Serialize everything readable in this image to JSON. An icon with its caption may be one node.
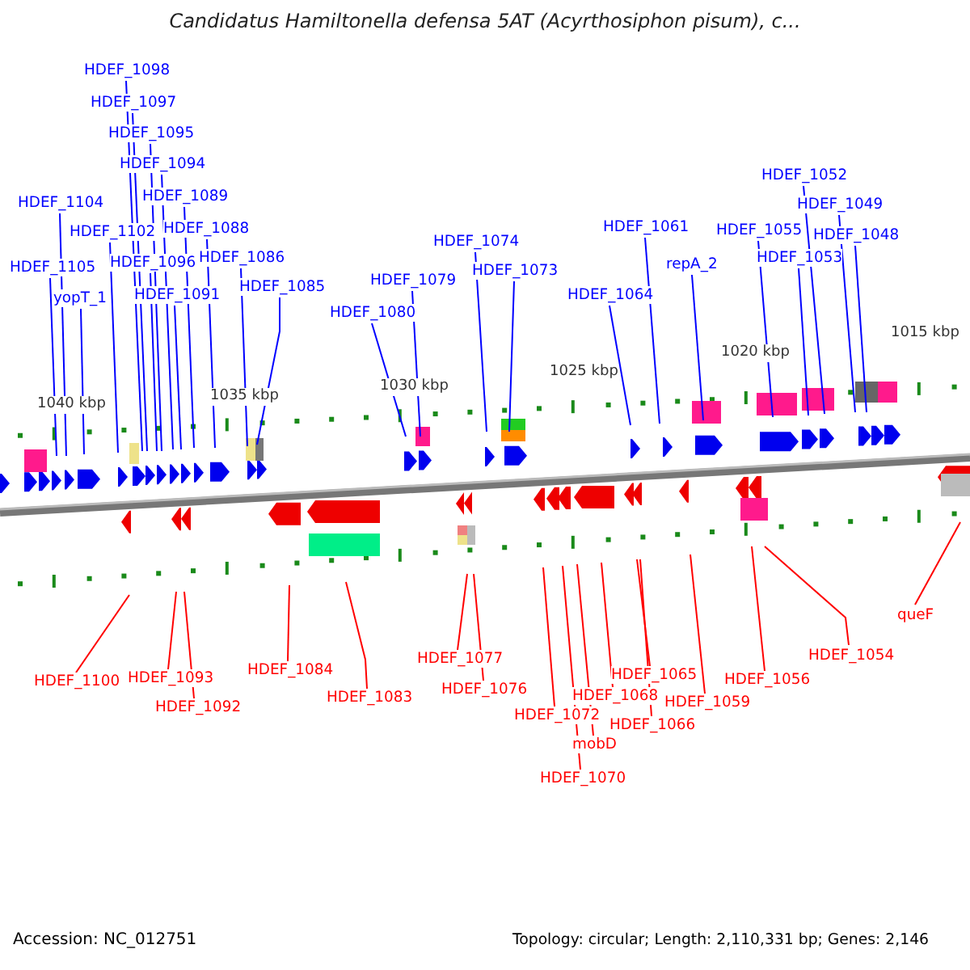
{
  "diagram": {
    "title": "Candidatus Hamiltonella defensa 5AT (Acyrthosiphon pisum), c...",
    "nodes": [
      {
        "text": [
          "HDEF_1098"
        ]
      },
      {
        "text": [
          "HDEF_1097"
        ]
      },
      {
        "text": [
          "HDEF_1095"
        ]
      },
      {
        "text": [
          "HDEF_1094"
        ]
      },
      {
        "text": [
          "HDEF_1052"
        ]
      },
      {
        "text": [
          "HDEF_1089"
        ]
      },
      {
        "text": [
          "HDEF_1104"
        ]
      },
      {
        "text": [
          "HDEF_1049"
        ]
      },
      {
        "text": [
          "HDEF_1061"
        ]
      },
      {
        "text": [
          "HDEF_1088"
        ]
      },
      {
        "text": [
          "HDEF_1102"
        ]
      },
      {
        "text": [
          "HDEF_1055"
        ]
      },
      {
        "text": [
          "HDEF_1048"
        ]
      },
      {
        "text": [
          "HDEF_1074"
        ]
      },
      {
        "text": [
          "HDEF_1086"
        ]
      },
      {
        "text": [
          "HDEF_1053"
        ]
      },
      {
        "text": [
          "HDEF_1096"
        ]
      },
      {
        "text": [
          "repA_2"
        ]
      },
      {
        "text": [
          "HDEF_1105"
        ]
      },
      {
        "text": [
          "HDEF_1073"
        ]
      },
      {
        "text": [
          "HDEF_1079"
        ]
      },
      {
        "text": [
          "HDEF_1085"
        ]
      },
      {
        "text": [
          "HDEF_1091"
        ]
      },
      {
        "text": [
          "HDEF_1064"
        ]
      },
      {
        "text": [
          "yopT_1"
        ]
      },
      {
        "text": [
          "HDEF_1080"
        ]
      },
      {
        "text": [
          "queF"
        ]
      },
      {
        "text": [
          "HDEF_1054"
        ]
      },
      {
        "text": [
          "HDEF_1077"
        ]
      },
      {
        "text": [
          "HDEF_1084"
        ]
      },
      {
        "text": [
          "HDEF_1065"
        ]
      },
      {
        "text": [
          "HDEF_1093"
        ]
      },
      {
        "text": [
          "HDEF_1056"
        ]
      },
      {
        "text": [
          "HDEF_1100"
        ]
      },
      {
        "text": [
          "HDEF_1076"
        ]
      },
      {
        "text": [
          "HDEF_1068"
        ]
      },
      {
        "text": [
          "HDEF_1083"
        ]
      },
      {
        "text": [
          "HDEF_1059"
        ]
      },
      {
        "text": [
          "HDEF_1092"
        ]
      },
      {
        "text": [
          "HDEF_1072"
        ]
      },
      {
        "text": [
          "HDEF_1066"
        ]
      },
      {
        "text": [
          "mobD"
        ]
      },
      {
        "text": [
          "HDEF_1070"
        ]
      }
    ],
    "edges": [
      {
        "from": 0,
        "to": null,
        "arrow": "none"
      },
      {
        "from": 1,
        "to": null,
        "arrow": "none"
      },
      {
        "from": 2,
        "to": null,
        "arrow": "none"
      },
      {
        "from": 3,
        "to": null,
        "arrow": "none"
      },
      {
        "from": 4,
        "to": null,
        "arrow": "none"
      },
      {
        "from": 5,
        "to": null,
        "arrow": "none"
      },
      {
        "from": 6,
        "to": null,
        "arrow": "none"
      },
      {
        "from": 7,
        "to": null,
        "arrow": "none"
      },
      {
        "from": 8,
        "to": null,
        "arrow": "none"
      },
      {
        "from": 9,
        "to": null,
        "arrow": "none"
      },
      {
        "from": 10,
        "to": null,
        "arrow": "none"
      },
      {
        "from": 11,
        "to": null,
        "arrow": "none"
      },
      {
        "from": 12,
        "to": null,
        "arrow": "none"
      },
      {
        "from": 13,
        "to": null,
        "arrow": "none"
      },
      {
        "from": 14,
        "to": null,
        "arrow": "none"
      },
      {
        "from": 15,
        "to": null,
        "arrow": "none"
      },
      {
        "from": 16,
        "to": null,
        "arrow": "none"
      },
      {
        "from": 17,
        "to": null,
        "arrow": "none"
      },
      {
        "from": 18,
        "to": null,
        "arrow": "none"
      },
      {
        "from": 19,
        "to": null,
        "arrow": "none"
      },
      {
        "from": 20,
        "to": null,
        "arrow": "none"
      },
      {
        "from": 21,
        "to": null,
        "arrow": "none"
      },
      {
        "from": 22,
        "to": null,
        "arrow": "none"
      },
      {
        "from": 23,
        "to": null,
        "arrow": "none"
      },
      {
        "from": 24,
        "to": null,
        "arrow": "none"
      },
      {
        "from": 25,
        "to": null,
        "arrow": "none"
      },
      {
        "from": 26,
        "to": null,
        "arrow": "none",
        "color": "#ff0000"
      },
      {
        "from": 27,
        "to": null,
        "arrow": "none",
        "color": "#ff0000"
      },
      {
        "from": 28,
        "to": null,
        "arrow": "none",
        "color": "#ff0000"
      },
      {
        "from": 29,
        "to": null,
        "arrow": "none",
        "color": "#ff0000"
      },
      {
        "from": 30,
        "to": null,
        "arrow": "none",
        "color": "#ff0000"
      },
      {
        "from": 31,
        "to": null,
        "arrow": "none",
        "color": "#ff0000"
      },
      {
        "from": 32,
        "to": null,
        "arrow": "none",
        "color": "#ff0000"
      },
      {
        "from": 33,
        "to": null,
        "arrow": "none",
        "color": "#ff0000"
      },
      {
        "from": 34,
        "to": null,
        "arrow": "none",
        "color": "#ff0000"
      },
      {
        "from": 35,
        "to": null,
        "arrow": "none",
        "color": "#ff0000"
      },
      {
        "from": 36,
        "to": null,
        "arrow": "none",
        "color": "#ff0000"
      },
      {
        "from": 37,
        "to": null,
        "arrow": "none",
        "color": "#ff0000"
      },
      {
        "from": 38,
        "to": null,
        "arrow": "none",
        "color": "#ff0000"
      },
      {
        "from": 39,
        "to": null,
        "arrow": "none",
        "color": "#ff0000"
      },
      {
        "from": 40,
        "to": null,
        "arrow": "none",
        "color": "#ff0000"
      },
      {
        "from": 41,
        "to": null,
        "arrow": "none",
        "color": "#ff0000"
      },
      {
        "from": 42,
        "to": null,
        "arrow": "none",
        "color": "#ff0000"
      }
    ],
    "labels": [
      "1040 kbp",
      "1035 kbp",
      "1030 kbp",
      "1025 kbp",
      "1020 kbp",
      "1015 kbp",
      "Accession: NC_012751",
      "Topology: circular; Length: 2,110,331 bp; Genes: 2,146"
    ]
  }
}
